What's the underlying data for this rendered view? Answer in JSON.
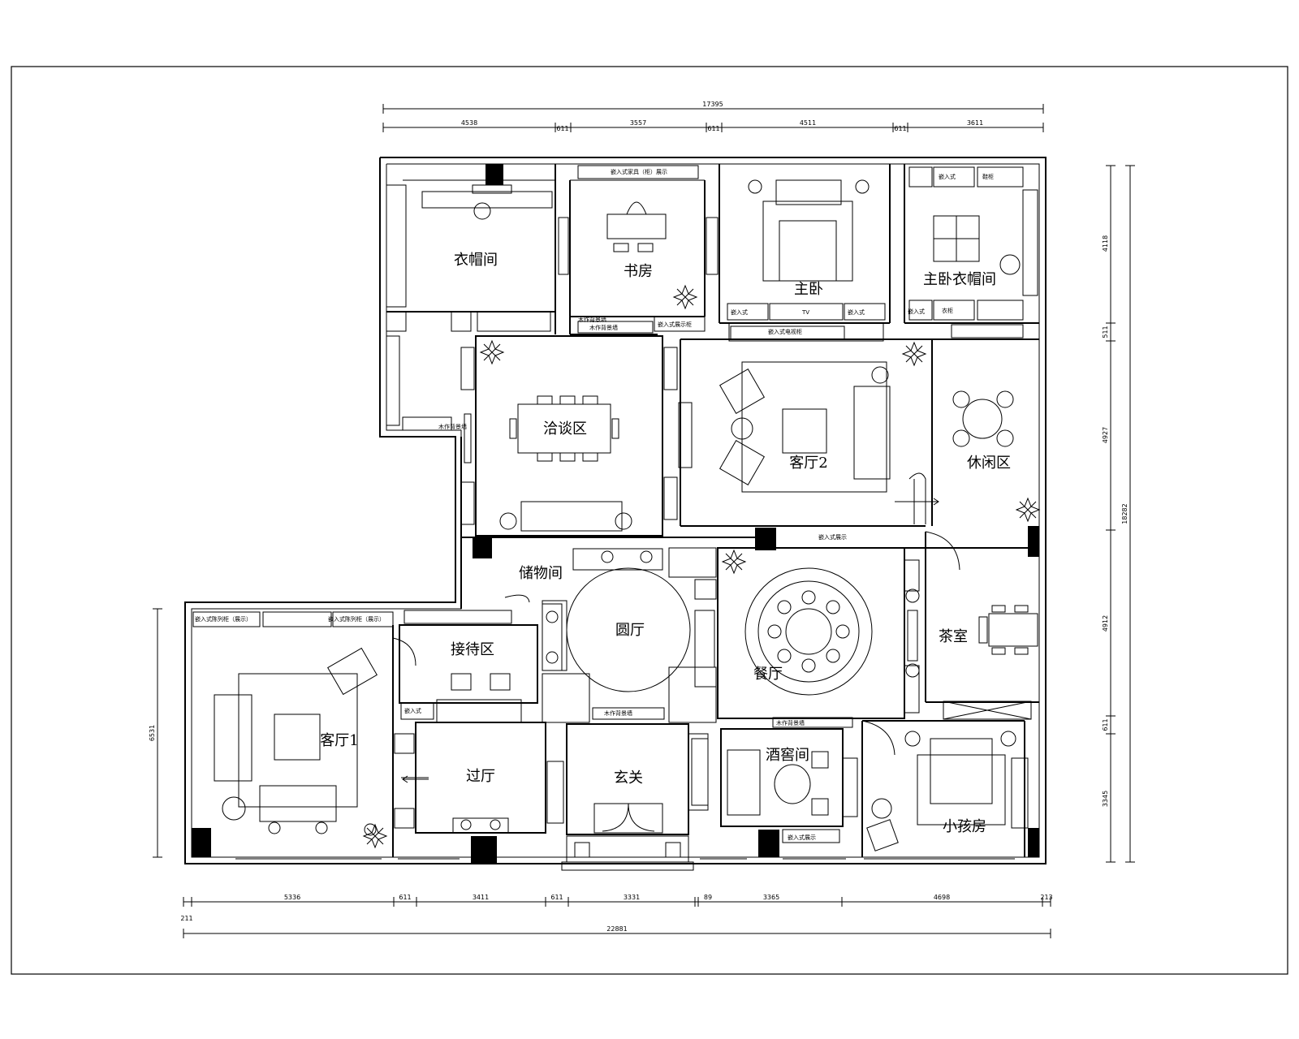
{
  "rooms": {
    "yimaojian": "衣帽间",
    "shufang": "书房",
    "zhuwo": "主卧",
    "zhuwo_yimaojian": "主卧衣帽间",
    "qiatanqu": "洽谈区",
    "keting2": "客厅2",
    "xiuxianqu": "休闲区",
    "chuwujian": "储物间",
    "yuanting": "圆厅",
    "canting": "餐厅",
    "chashi": "茶室",
    "jiedaiqu": "接待区",
    "keting1": "客厅1",
    "guoting": "过厅",
    "xuanguan": "玄关",
    "jiujiaojian": "酒窖间",
    "xiaohaifang": "小孩房"
  },
  "annotations": {
    "a1": "嵌入式家具（柜）展示",
    "a2": "嵌入式",
    "a3": "TV",
    "a4": "嵌入式",
    "a5": "嵌入式电视柜",
    "a6": "嵌入式展示柜",
    "a7": "木作背景墙",
    "a8": "嵌入式展示",
    "a9": "木作背景墙",
    "a10": "嵌入式陈列柜（展示）",
    "a11": "嵌入式陈列柜（展示）",
    "a12": "嵌入式",
    "a13": "木作背景墙",
    "a14": "木作背景墙",
    "a15": "嵌入式展示",
    "a16": "木作背景墙",
    "a17": "嵌入式",
    "a18": "嵌入式",
    "a19": "衣柜",
    "a20": "鞋柜"
  },
  "dimensions": {
    "top_total": "17395",
    "top_segments": [
      "4538",
      "611",
      "3557",
      "611",
      "4511",
      "611",
      "3611"
    ],
    "bottom_total": "22881",
    "bottom_segments": [
      "5336",
      "611",
      "3411",
      "611",
      "3331",
      "89",
      "3365",
      "4698",
      "213"
    ],
    "bottom_left": "211",
    "right_total": "18282",
    "right_segments": [
      "4118",
      "511",
      "4927",
      "4912",
      "611",
      "3345"
    ],
    "left_total": "6531"
  }
}
